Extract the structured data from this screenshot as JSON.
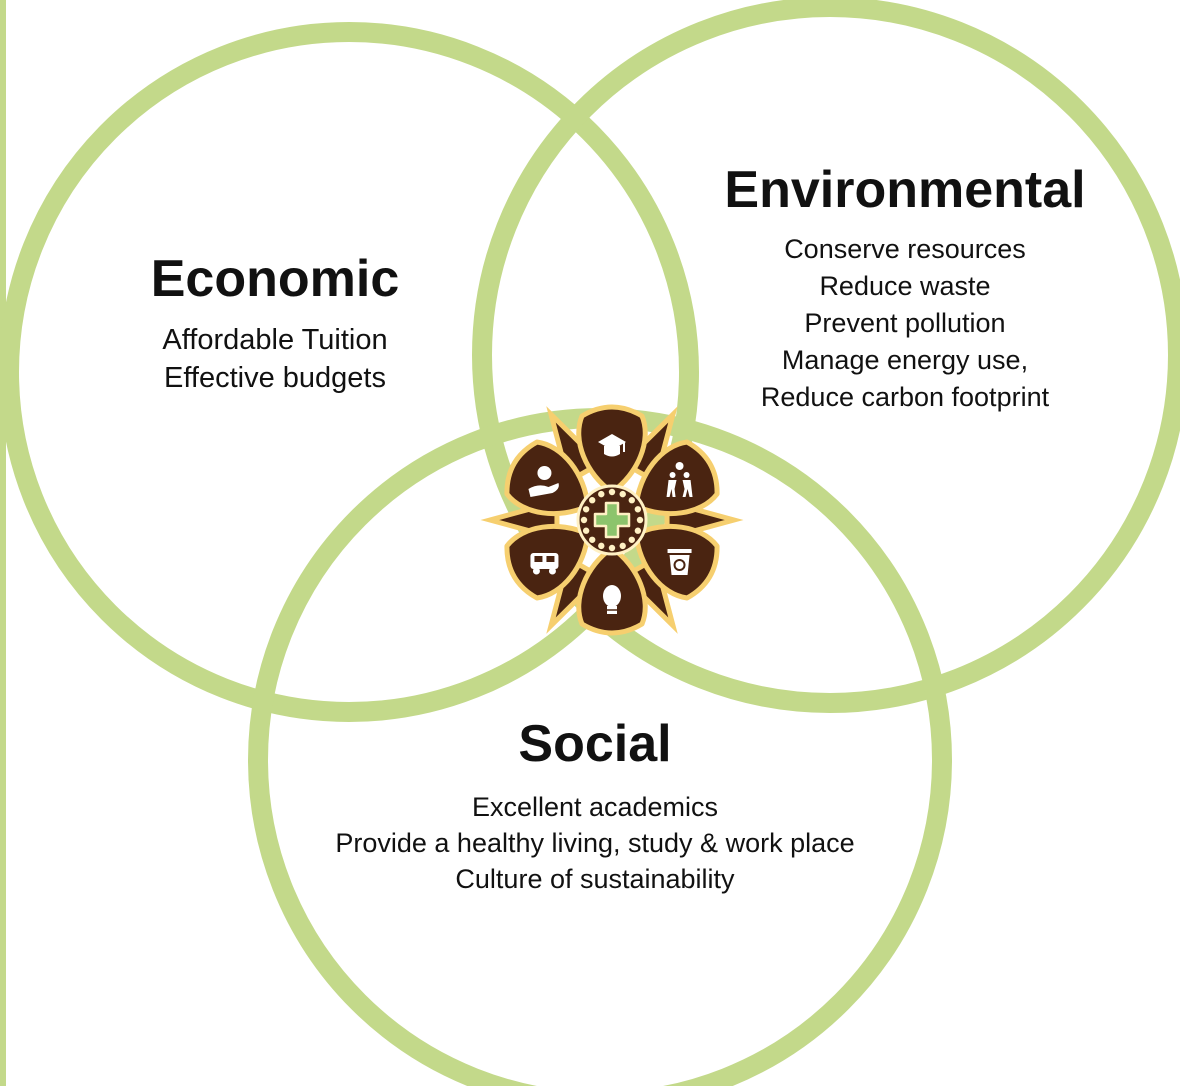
{
  "colors": {
    "ring": "#c3d98a",
    "emblem_brown": "#4a2411",
    "emblem_gold": "#f6cf6f",
    "emblem_cream": "#fff1c4",
    "emblem_green": "#8cc46c"
  },
  "circles": {
    "economic": {
      "title": "Economic",
      "items": [
        "Affordable Tuition",
        "Effective budgets"
      ]
    },
    "environmental": {
      "title": "Environmental",
      "items": [
        "Conserve resources",
        "Reduce waste",
        "Prevent pollution",
        "Manage energy use,",
        "Reduce carbon footprint"
      ]
    },
    "social": {
      "title": "Social",
      "items": [
        "Excellent academics",
        "Provide a healthy living, study & work place",
        "Culture of sustainability"
      ]
    }
  },
  "emblem": {
    "center_icon": "medical-cross-icon",
    "petal_icons": [
      "graduation-cap-icon",
      "people-globe-icon",
      "recycle-bin-icon",
      "light-bulb-icon",
      "shuttle-bus-icon",
      "hand-globe-icon"
    ]
  }
}
